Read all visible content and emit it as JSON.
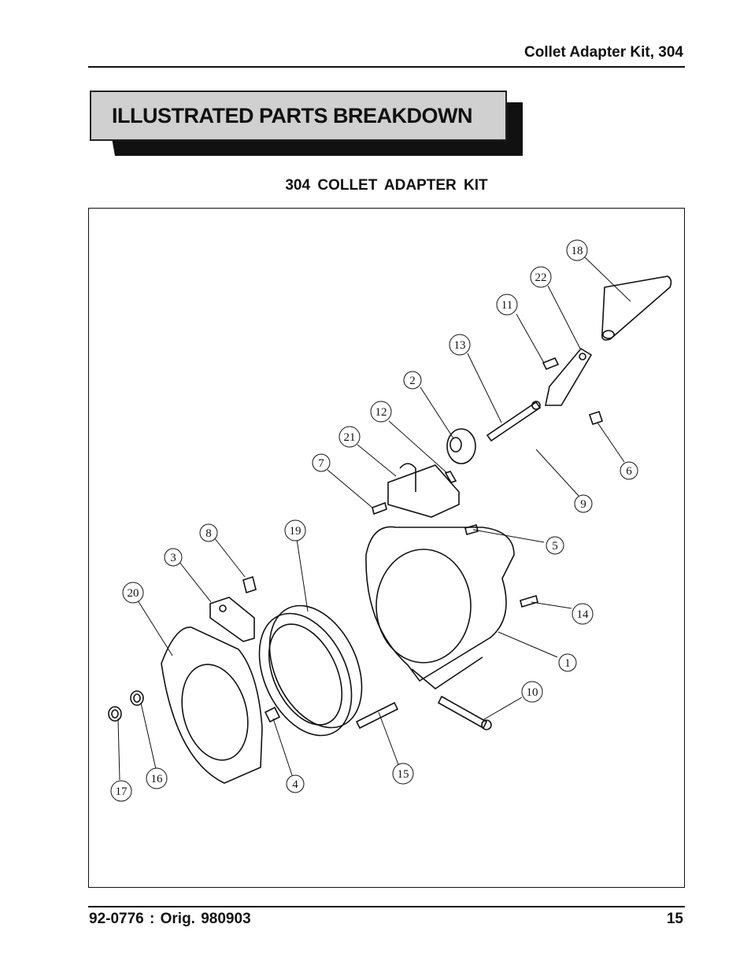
{
  "header": {
    "title": "Collet Adapter Kit, 304"
  },
  "banner": {
    "title": "ILLUSTRATED PARTS BREAKDOWN"
  },
  "section": {
    "title": "304 COLLET ADAPTER KIT"
  },
  "figure": {
    "callouts": [
      "1",
      "2",
      "3",
      "4",
      "5",
      "6",
      "7",
      "8",
      "9",
      "10",
      "11",
      "12",
      "13",
      "14",
      "15",
      "16",
      "17",
      "18",
      "19",
      "20",
      "21",
      "22"
    ]
  },
  "footer": {
    "doc_number": "92-0776 : Orig. 980903",
    "page_number": "15"
  }
}
